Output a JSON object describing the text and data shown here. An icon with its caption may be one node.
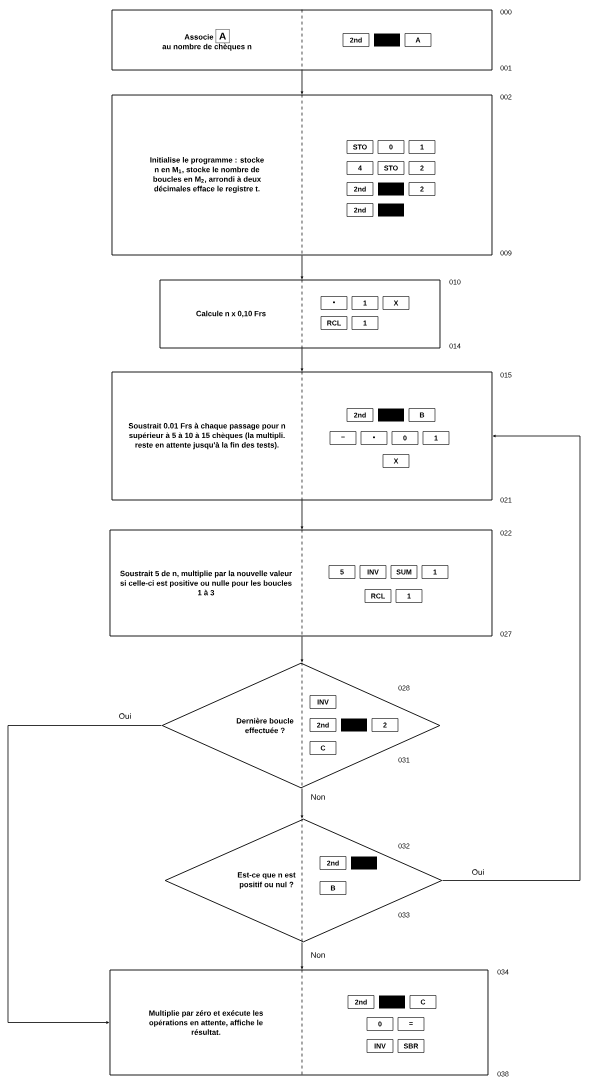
{
  "diagram": {
    "nodes": [
      {
        "text": [
          "Associe",
          "A",
          "au nombre de chèques n"
        ]
      },
      {
        "text": [
          "Initialise le programme : stocke n en M$_{1}$, stocke le nombre de boucles en M$_{2}$, arrondi à deux décimales efface le registre t."
        ]
      },
      {
        "text": [
          "Calcule n x 0,10 Frs"
        ]
      },
      {
        "text": [
          "Soustrait 0.01 Frs à chaque passage pour n supérieur à 5 à 10 à 15 chèques (la multipli. reste en attente jusqu'à la fin des tests)."
        ]
      },
      {
        "text": [
          "Soustrait 5 de n, multiplie par la nouvelle valeur si celle-ci est positive ou nulle pour les boucles 1 à 3"
        ]
      },
      {
        "text": [
          "Dernière boucle effectuée ?"
        ]
      },
      {
        "text": [
          "Est-ce que n est positif ou nul ?"
        ]
      },
      {
        "text": [
          "Multiplie par zéro et exécute les opérations en attente, affiche le résultat."
        ]
      }
    ],
    "edges": [
      {
        "from": 0,
        "to": 1,
        "arrow": "to"
      },
      {
        "from": 1,
        "to": 2,
        "arrow": "to"
      },
      {
        "from": 2,
        "to": 3,
        "arrow": "to"
      },
      {
        "from": 3,
        "to": 4,
        "arrow": "to"
      },
      {
        "from": 4,
        "to": 5,
        "arrow": "to"
      },
      {
        "from": 5,
        "to": 6,
        "arrow": "to",
        "label": "Non"
      },
      {
        "from": 6,
        "to": 7,
        "arrow": "to",
        "label": "Non"
      },
      {
        "from": 5,
        "to": 7,
        "arrow": "to",
        "label": "Oui"
      },
      {
        "from": 6,
        "to": 3,
        "arrow": "to",
        "label": "Oui"
      }
    ],
    "labels": [
      "000",
      "2nd",
      "A",
      "001",
      "002",
      "STO",
      "0",
      "1",
      "4",
      "STO",
      "2",
      "2nd",
      "2",
      "2nd",
      "009",
      "010",
      "•",
      "1",
      "X",
      "RCL",
      "1",
      "014",
      "015",
      "2nd",
      "B",
      "−",
      "•",
      "0",
      "1",
      "X",
      "021",
      "022",
      "5",
      "INV",
      "SUM",
      "1",
      "RCL",
      "1",
      "027",
      "028",
      "INV",
      "2nd",
      "2",
      "C",
      "031",
      "032",
      "2nd",
      "B",
      "033",
      "034",
      "2nd",
      "C",
      "0",
      "=",
      "INV",
      "SBR",
      "038"
    ]
  }
}
